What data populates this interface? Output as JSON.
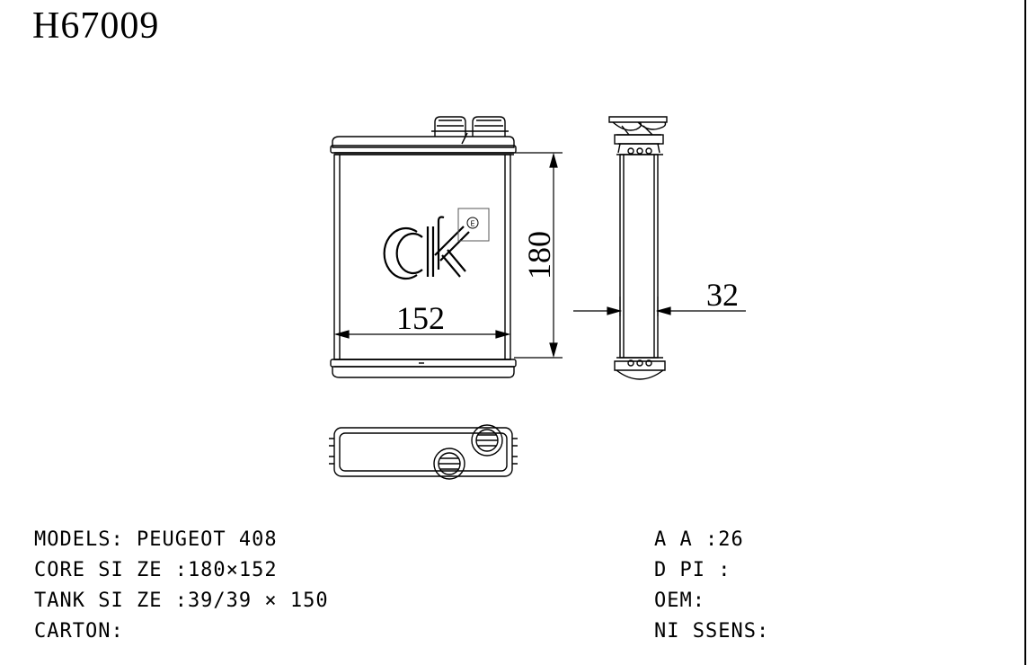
{
  "title": "H67009",
  "dimensions": {
    "height": "180",
    "width": "152",
    "depth": "32"
  },
  "logo": {
    "mark": "ck",
    "badge": "E"
  },
  "specs_left": [
    "MODELS: PEUGEOT 408",
    "CORE SI ZE :180×152",
    "TANK SI ZE :39/39 × 150",
    "CARTON:"
  ],
  "specs_right": [
    "A A :26",
    "D PI :",
    "OEM:",
    "NI SSENS:"
  ]
}
